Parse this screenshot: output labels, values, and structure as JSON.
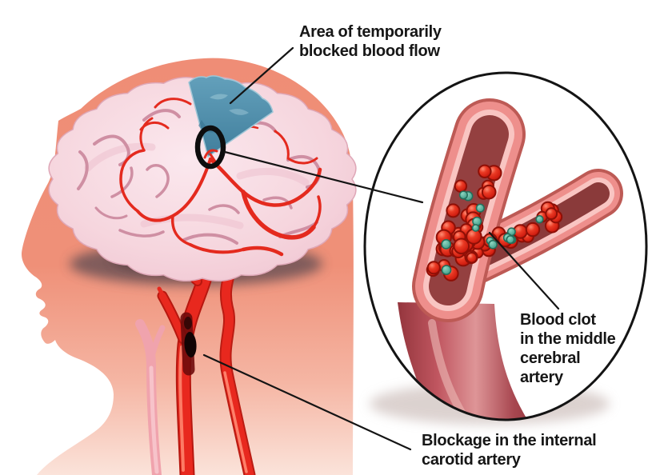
{
  "figure": {
    "kind": "medical illustration",
    "labels": {
      "area_blocked_flow": {
        "lines": [
          "Area of temporarily",
          "blocked blood flow"
        ]
      },
      "blood_clot": {
        "lines": [
          "Blood clot",
          "in the middle",
          "cerebral",
          "artery"
        ]
      },
      "carotid_blockage": {
        "lines": [
          "Blockage in the internal",
          "carotid artery"
        ]
      }
    },
    "colors": {
      "background": "#ffffff",
      "skin": "#ef8d76",
      "skin_fade": "#fbe3da",
      "brain_pink": "#f6d6de",
      "brain_fold": "#cf8fa3",
      "artery_red": "#e8281e",
      "ischemic_blue": "#4e8fae",
      "marker_black": "#0d0d0d",
      "vessel_wall_pink": "#ee8f8c",
      "vessel_rim_pink": "#f9c5c2",
      "lumen_dark_red": "#944040",
      "rbc_red": "#d01d10",
      "platelet_teal": "#4fa893",
      "leader_line": "#141414",
      "label_text": "#161616"
    }
  }
}
